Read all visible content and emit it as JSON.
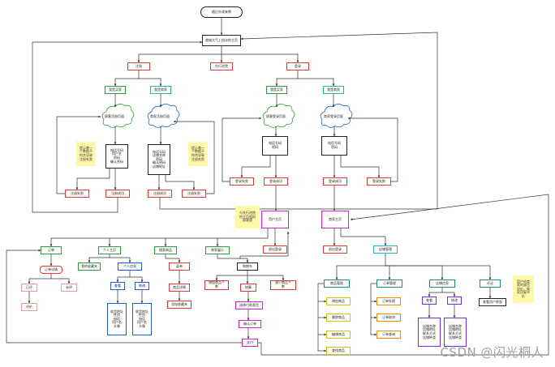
{
  "nodes": {
    "start": "随后外观来啊",
    "main_page": "商城大气上档次的主页",
    "register": "注册",
    "visit_first": "先行进院",
    "login": "登录",
    "reg_buyer": "我是买家",
    "reg_seller": "我是商家",
    "reg_buyer_page": "顾客注册页面",
    "reg_seller_page": "商家注册页面",
    "reg_buyer_form": "电话号码\n用户名\n密码\n确认密码",
    "reg_seller_form": "电话号码\n店铺名称\n密码\n确认密码\n店铺地址",
    "note_reg_buyer": "提示哪一\n个数据不\n符合导致\n注册失败",
    "note_reg_seller": "提示哪一\n个数据不\n符合导致\n注册失败",
    "reg_buyer_fail": "注册失败",
    "reg_buyer_ok": "注册成功",
    "reg_seller_ok": "注册成功",
    "reg_seller_fail": "注册失败",
    "login_buyer": "我是买家",
    "login_seller": "我是商家",
    "login_buyer_page": "顾客登录页面",
    "login_seller_page": "商家登录页面",
    "login_buyer_form": "电话号码\n密码",
    "login_seller_form": "电话号码\n密码",
    "login_buyer_fail": "登录失败",
    "login_buyer_ok": "登录成功",
    "login_seller_ok": "登录成功",
    "login_seller_fail": "登录失败",
    "note_user_home": "与先行进院\n的主页相同\n顾客版",
    "user_home": "用户主页",
    "seller_home": "商家主页",
    "user_logout": "退出登录",
    "seller_logout": "退出登录",
    "shop_manage": "店铺管理",
    "orders": "订单",
    "personal": "个人主页",
    "browse_goods": "搜索商品",
    "browse_shops": "商家展示",
    "order_detail": "订单详情",
    "reviewed": "已评",
    "unreviewed": "未评",
    "review": "评价",
    "my_favorites": "我的收藏夹",
    "personal_info": "个人信息",
    "view": "查看",
    "modify": "修改",
    "view_info": "收货地址\n性别\n电话\n用户名\n头像",
    "modify_info": "收货地址\n性别\n电话\n用户名\n头像",
    "menu": "菜单",
    "cart": "购物车",
    "goods_detail": "商品详情",
    "add_fav": "添加收藏夹",
    "add_goods": "增加商品个\n数",
    "checkout": "结算",
    "reduce_goods": "减少商品个\n数",
    "pay_type": "选择付款类型",
    "confirm_order": "确认订单",
    "pay": "支付",
    "goods_manage": "商品管理",
    "order_manage": "订单管理",
    "shop_info": "店铺信息",
    "review_mgmt": "评论",
    "note_review": "用户给商\n家的留言\n评价，商\n家回复评\n价",
    "add_item": "增加商品",
    "del_item": "删除商品",
    "edit_item": "编辑商品",
    "find_item": "查找商品",
    "order_process": "订单处理",
    "order_cancel": "订单取消",
    "order_query": "订单查询",
    "shop_view": "查看",
    "shop_modify": "修改",
    "shop_view_info": "店铺名称\n店铺地址\n联系方式\n店铺种类",
    "shop_modify_info": "店铺名称\n店铺地址\n联系方式\n店铺种类",
    "review_reply": "查看用户界面"
  },
  "watermark": "CSDN @闪光桐人"
}
